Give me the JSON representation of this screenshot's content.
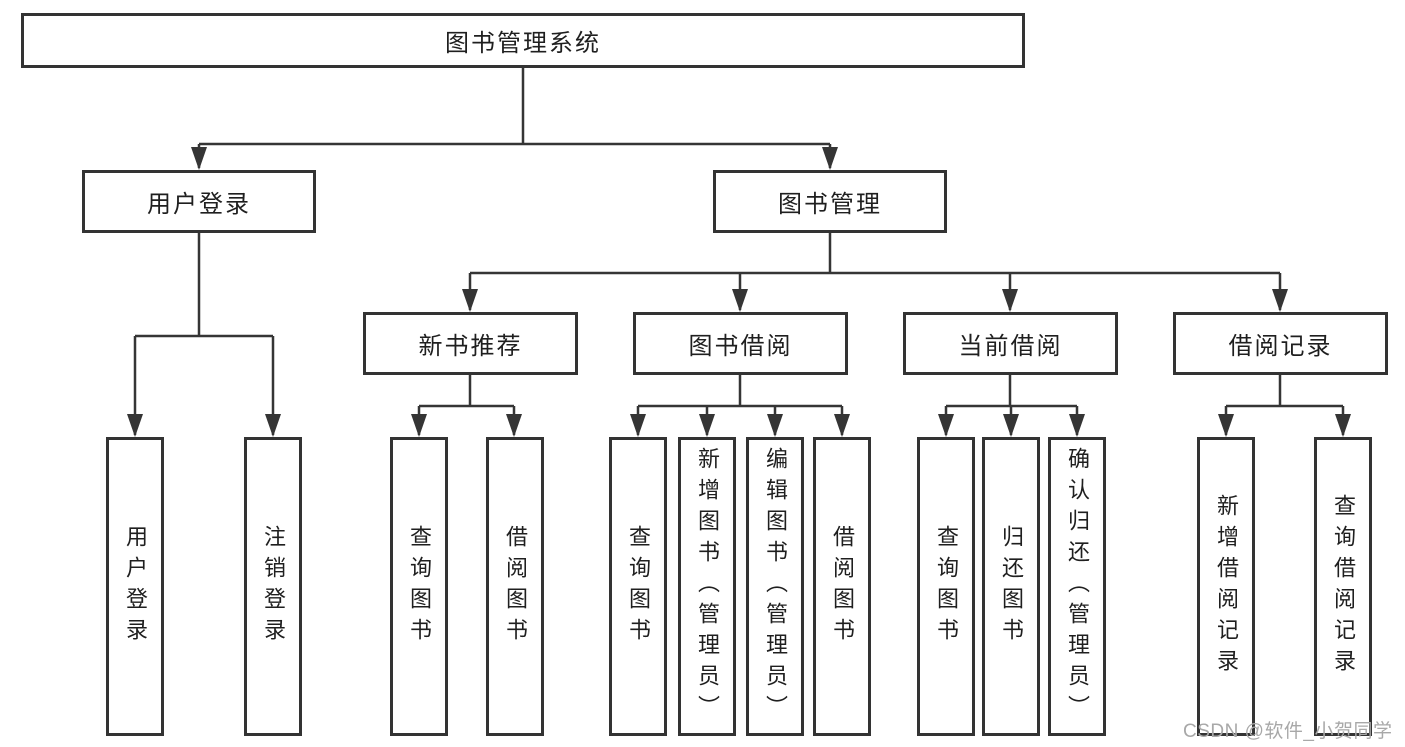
{
  "diagram_title": "图书管理系统",
  "watermark": "CSDN @软件_小贺同学",
  "colors": {
    "line": "#353535",
    "box_border": "#333333",
    "box_fill": "#ffffff",
    "text": "#1f1f1f",
    "watermark": "#a8a8a8"
  },
  "tree": {
    "label": "图书管理系统",
    "children": [
      {
        "label": "用户登录",
        "children": [
          {
            "label": "用户登录"
          },
          {
            "label": "注销登录"
          }
        ]
      },
      {
        "label": "图书管理",
        "children": [
          {
            "label": "新书推荐",
            "children": [
              {
                "label": "查询图书"
              },
              {
                "label": "借阅图书"
              }
            ]
          },
          {
            "label": "图书借阅",
            "children": [
              {
                "label": "查询图书"
              },
              {
                "label": "新增图书（管理员）"
              },
              {
                "label": "编辑图书（管理员）"
              },
              {
                "label": "借阅图书"
              }
            ]
          },
          {
            "label": "当前借阅",
            "children": [
              {
                "label": "查询图书"
              },
              {
                "label": "归还图书"
              },
              {
                "label": "确认归还（管理员）"
              }
            ]
          },
          {
            "label": "借阅记录",
            "children": [
              {
                "label": "新增借阅记录"
              },
              {
                "label": "查询借阅记录"
              }
            ]
          }
        ]
      }
    ]
  }
}
